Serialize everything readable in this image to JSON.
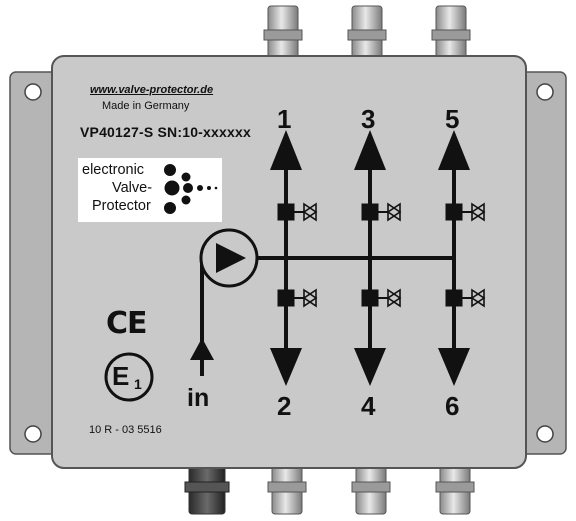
{
  "website": "www.valve-protector.de",
  "origin": "Made in Germany",
  "model_serial": "VP40127-S SN:10-xxxxxx",
  "logo": {
    "line1": "electronic",
    "line2": "Valve-",
    "line3": "Protector"
  },
  "ports": {
    "p1": "1",
    "p2": "2",
    "p3": "3",
    "p4": "4",
    "p5": "5",
    "p6": "6",
    "inlet": "in"
  },
  "marks": {
    "ce": "CE",
    "e_mark": "E",
    "e_mark_sub": "1",
    "approval_number": "10 R - 03 5516"
  },
  "colors": {
    "housing": "#c9c9c9",
    "flange": "#b5b5b5",
    "ink": "#111111"
  }
}
